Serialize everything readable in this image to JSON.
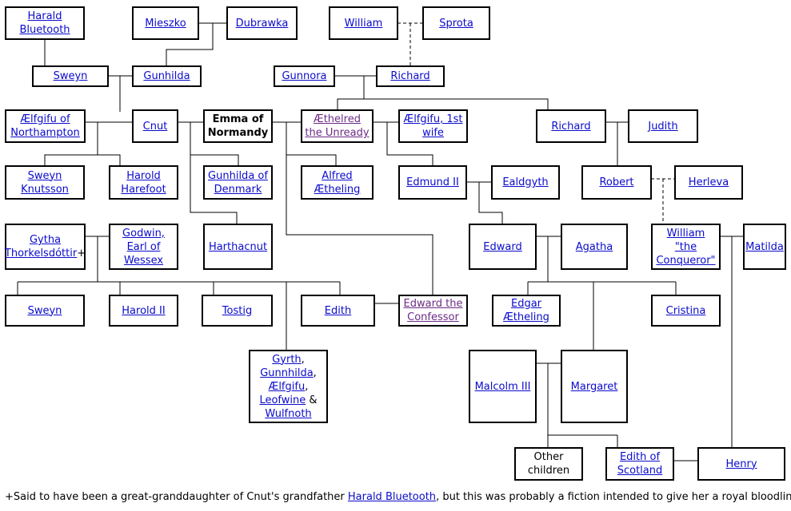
{
  "people": {
    "harald_bluetooth": "Harald Bluetooth",
    "mieszko": "Mieszko",
    "dubrawka": "Dubrawka",
    "william": "William",
    "sprota": "Sprota",
    "sweyn": "Sweyn",
    "gunhilda": "Gunhilda",
    "gunnora": "Gunnora",
    "richard": "Richard",
    "aelfgifu_northampton": "Ælfgifu of Northampton",
    "cnut": "Cnut",
    "emma": "Emma of Normandy",
    "aethelred": "Æthelred the Unready",
    "aelfgifu_first": "Ælfgifu, 1st wife",
    "richard_ii": "Richard",
    "judith": "Judith",
    "sweyn_knutsson": "Sweyn Knutsson",
    "harold_harefoot": "Harold Harefoot",
    "gunhilda_denmark": "Gunhilda of Denmark",
    "alfred": "Alfred Ætheling",
    "edmund": "Edmund II",
    "ealdgyth": "Ealdgyth",
    "robert": "Robert",
    "herleva": "Herleva",
    "gytha": "Gytha Thorkelsdóttir",
    "gytha_mark": "+",
    "godwin": "Godwin, Earl of Wessex",
    "harthacnut": "Harthacnut",
    "edward": "Edward",
    "agatha": "Agatha",
    "william_conqueror": "William \"the Conqueror\"",
    "matilda": "Matilda",
    "sweyn_godwinson": "Sweyn",
    "harold_ii": "Harold II",
    "tostig": "Tostig",
    "edith": "Edith",
    "edward_confessor": "Edward the Confessor",
    "edgar": "Edgar Ætheling",
    "cristina": "Cristina",
    "gyrth": "Gyrth",
    "gunnhilda": "Gunnhilda",
    "aelfgifu_sib": "Ælfgifu",
    "leofwine": "Leofwine",
    "wulfnoth": "Wulfnoth",
    "sep_comma": ",",
    "sep_amp": "&",
    "malcolm": "Malcolm III",
    "margaret": "Margaret",
    "other_children": "Other children",
    "edith_scotland": "Edith of Scotland",
    "henry": "Henry"
  },
  "footnote": {
    "before": "+Said to have been a great-granddaughter of Cnut's grandfather ",
    "link": "Harald Bluetooth",
    "after": ", but this was probably a fiction intended to give her a royal bloodline."
  }
}
